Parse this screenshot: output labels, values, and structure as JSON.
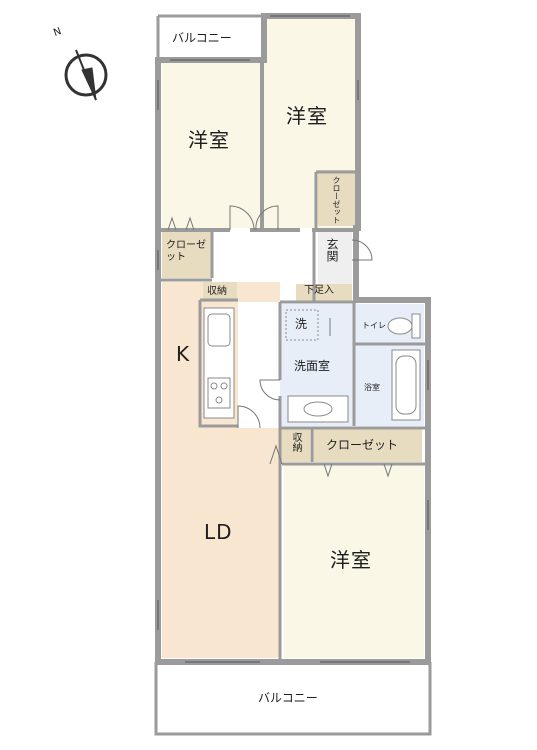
{
  "compass": {
    "north_label": "N",
    "icon": "north-arrow-icon"
  },
  "colors": {
    "wall": "#9b9b9b",
    "western_room": "#fbf7e6",
    "ld_kitchen": "#f8e6d1",
    "wet_area": "#e7eef8",
    "storage": "#e8dcc0",
    "balcony": "#ffffff"
  },
  "labels": {
    "balcony_top": "バルコニー",
    "balcony_bottom": "バルコニー",
    "room_western_left": "洋室",
    "room_western_right": "洋室",
    "room_western_bottom": "洋室",
    "closet_left": "クローゼット",
    "closet_small": "クローゼット",
    "closet_large": "クローゼット",
    "entrance": "玄関",
    "shoe_storage": "下足入",
    "storage_kitchen": "収納",
    "storage_hall": "収納",
    "kitchen": "K",
    "living_dining": "LD",
    "washroom": "洗面室",
    "washer": "洗",
    "toilet": "トイレ",
    "bathroom": "浴室"
  }
}
